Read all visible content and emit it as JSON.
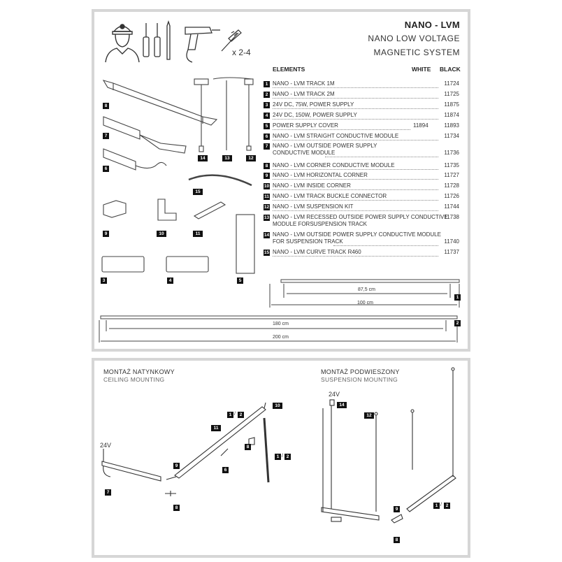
{
  "header": {
    "title": "NANO - LVM",
    "subtitle_line1": "NANO LOW VOLTAGE",
    "subtitle_line2": "MAGNETIC SYSTEM",
    "screw_multiplier": "x 2-4"
  },
  "table": {
    "col_elements": "ELEMENTS",
    "col_white": "WHITE",
    "col_black": "BLACK",
    "rows": [
      {
        "num": "1",
        "name": "NANO - LVM TRACK 1M",
        "white": "",
        "black": "11724"
      },
      {
        "num": "2",
        "name": "NANO - LVM TRACK 2M",
        "white": "",
        "black": "11725"
      },
      {
        "num": "3",
        "name": "24V DC, 75W, POWER SUPPLY",
        "white": "",
        "black": "11875"
      },
      {
        "num": "4",
        "name": "24V DC, 150W, POWER SUPPLY",
        "white": "",
        "black": "11874"
      },
      {
        "num": "5",
        "name": "POWER SUPPLY COVER",
        "white": "11894",
        "black": "11893"
      },
      {
        "num": "6",
        "name": "NANO - LVM STRAIGHT CONDUCTIVE MODULE",
        "white": "",
        "black": "11734"
      },
      {
        "num": "7",
        "name": "NANO - LVM OUTSIDE POWER SUPPLY",
        "name2": "CONDUCTIVE MODULE",
        "white": "",
        "black": "11736"
      },
      {
        "num": "8",
        "name": "NANO - LVM CORNER CONDUCTIVE MODULE",
        "white": "",
        "black": "11735"
      },
      {
        "num": "9",
        "name": "NANO - LVM HORIZONTAL CORNER",
        "white": "",
        "black": "11727"
      },
      {
        "num": "10",
        "name": "NANO - LVM INSIDE CORNER",
        "white": "",
        "black": "11728"
      },
      {
        "num": "11",
        "name": "NANO - LVM TRACK BUCKLE CONNECTOR",
        "white": "",
        "black": "11726"
      },
      {
        "num": "12",
        "name": "NANO - LVM SUSPENSION KIT",
        "white": "",
        "black": "11744"
      },
      {
        "num": "13",
        "name": "NANO - LVM RECESSED OUTSIDE POWER SUPPLY CONDUCTIVE",
        "name2": "MODULE FORSUSPENSION TRACK",
        "white": "",
        "black": "11738"
      },
      {
        "num": "14",
        "name": "NANO - LVM OUTSIDE POWER SUPPLY CONDUCTIVE MODULE",
        "name2": "FOR SUSPENSION TRACK",
        "white": "",
        "black": "11740"
      },
      {
        "num": "15",
        "name": "NANO - LVM CURVE TRACK R460",
        "white": "",
        "black": "11737"
      }
    ]
  },
  "parts_tags": {
    "p8": "8",
    "p7": "7",
    "p6": "6",
    "p14": "14",
    "p13": "13",
    "p12": "12",
    "p15": "15",
    "p9": "9",
    "p10": "10",
    "p11": "11",
    "p3": "3",
    "p4": "4",
    "p5": "5"
  },
  "dimensions": {
    "d1_inner": "87,5 cm",
    "d1_outer": "100 cm",
    "d1_tag": "1",
    "d2_inner": "180 cm",
    "d2_outer": "200 cm",
    "d2_tag": "2"
  },
  "ceiling": {
    "title": "MONTAŻ NATYNKOWY",
    "subtitle": "CEILING MOUNTING",
    "voltage": "24V",
    "tag_7": "7",
    "tag_8": "8",
    "tag_9": "9",
    "tag_11": "11",
    "tag_6": "6",
    "tag_8b": "8",
    "tag_10": "10",
    "tag_1": "1",
    "tag_2": "2",
    "tag_1b": "1",
    "tag_2b": "2",
    "slash": "/"
  },
  "suspension": {
    "title": "MONTAŻ PODWIESZONY",
    "subtitle": "SUSPENSION MOUNTING",
    "voltage": "24V",
    "tag_14": "14",
    "tag_12": "12",
    "tag_9": "9",
    "tag_8": "8",
    "tag_1": "1",
    "tag_2": "2",
    "slash": "/"
  }
}
